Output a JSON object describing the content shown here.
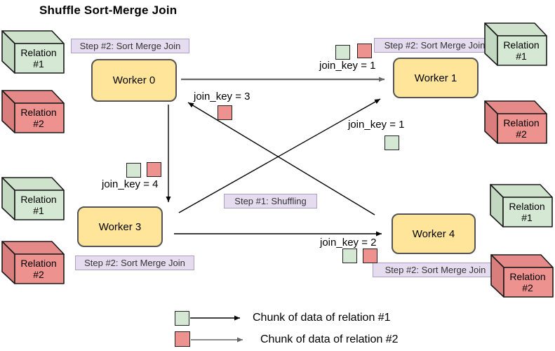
{
  "title": "Shuffle Sort-Merge Join",
  "workers": {
    "w0": "Worker 0",
    "w1": "Worker 1",
    "w3": "Worker 3",
    "w4": "Worker 4"
  },
  "relations": {
    "r1": "Relation #1",
    "r2": "Relation #2"
  },
  "steps": {
    "shuffling": "Step #1: Shuffling",
    "sort_merge_join": "Step #2: Sort Merge Join"
  },
  "join_keys": {
    "worker0_to_worker1": "join_key = 1",
    "shuffle_to_worker1": "join_key = 1",
    "shuffle_to_worker0": "join_key = 3",
    "worker0_to_worker3": "join_key = 4",
    "worker3_to_worker4": "join_key = 2"
  },
  "legend": {
    "item1": "Chunk of data of relation #1",
    "item2": "Chunk of data of relation #2"
  },
  "colors": {
    "worker_fill": "#ffe599",
    "relation1_fill": "#d5e8d4",
    "relation2_fill": "#ee9290",
    "step_label_fill": "#e6dcf0",
    "step_label_border": "#ae9ec8",
    "chunk1": "#d5e8d4",
    "chunk2": "#ee9290",
    "shuffle_arrow_gray": "#666666"
  }
}
